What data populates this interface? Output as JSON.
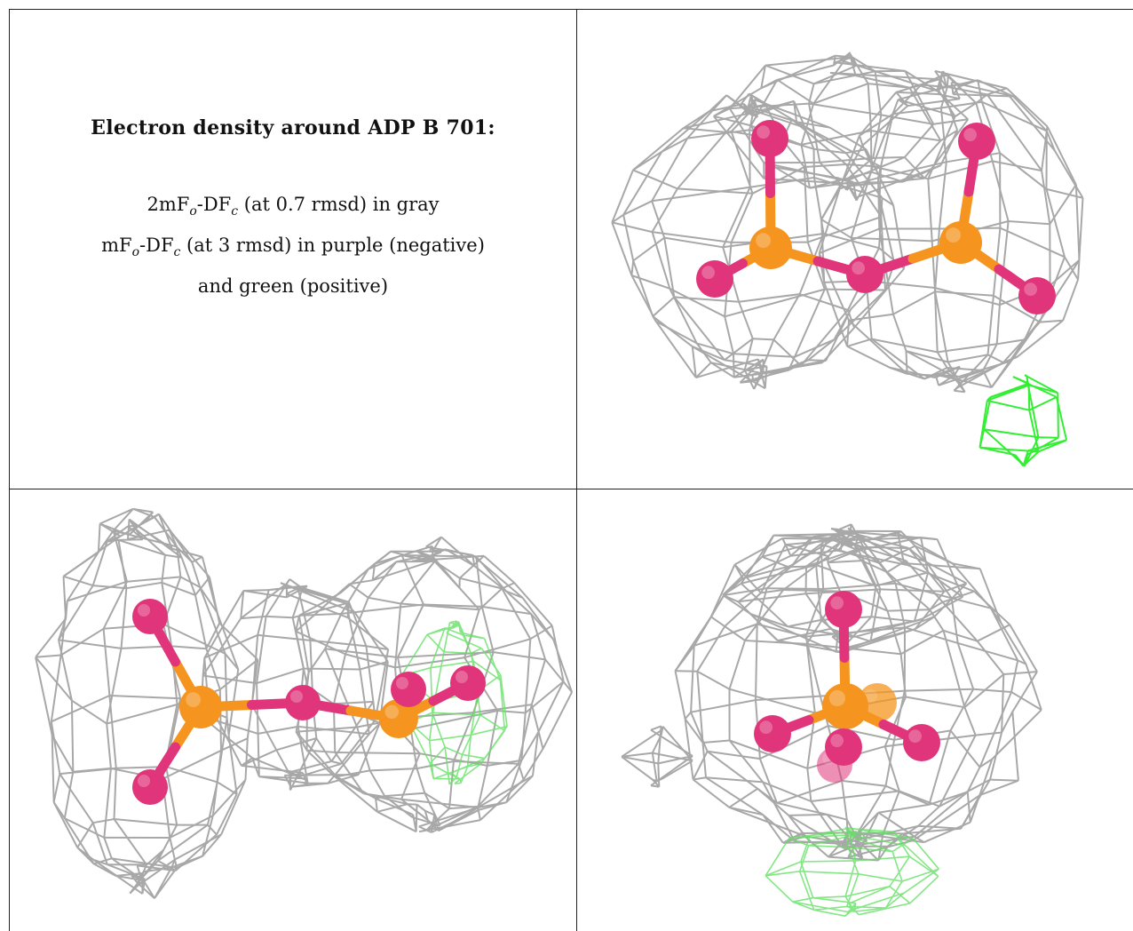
{
  "title": "Electron density around ADP B 701:",
  "legend": {
    "line1_prefix": "2mF",
    "line1_sub1": "o",
    "line1_mid": "-DF",
    "line1_sub2": "c",
    "line1_suffix": " (at 0.7 rmsd) in gray",
    "line2_prefix": "mF",
    "line2_sub1": "o",
    "line2_mid": "-DF",
    "line2_sub2": "c",
    "line2_suffix": " (at 3 rmsd) in purple (negative)",
    "line3": "and green (positive)"
  },
  "colors": {
    "mesh_2fofc": "#a8a8a8",
    "mesh_fofc_positive": "#33ee33",
    "atom_oxygen": "#e0357a",
    "atom_phosphorus": "#f5951f",
    "grid_line": "#222222"
  }
}
